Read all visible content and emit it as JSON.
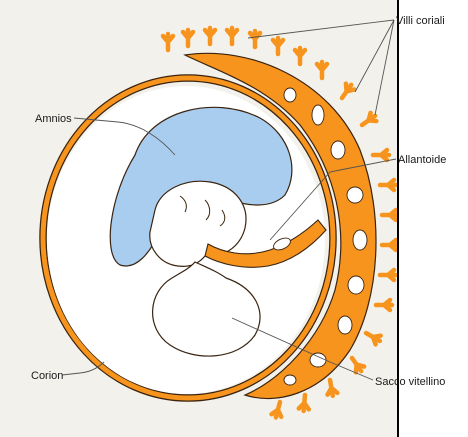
{
  "labels": {
    "villi_coriali": "Villi coriali",
    "amnios": "Amnios",
    "allantoide": "Allantoide",
    "corion": "Corion",
    "sacco_vitellino": "Sacco vitellino"
  },
  "colors": {
    "chorion": "#f7941d",
    "chorion_outline": "#3a2410",
    "amnion_fluid": "#a9cdef",
    "background": "#f3f1eb",
    "embryo": "#ffffff",
    "leader_line": "#555555",
    "divider": "#000000"
  }
}
